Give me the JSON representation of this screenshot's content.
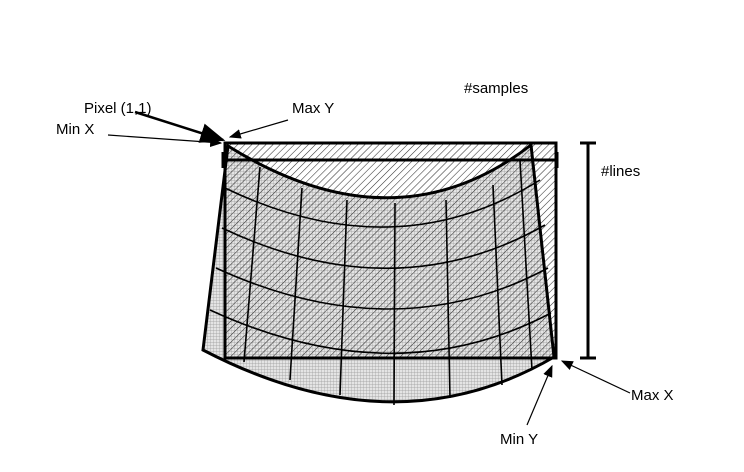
{
  "labels": {
    "pixel": "Pixel (1,1)",
    "max_y": "Max Y",
    "samples": "#samples",
    "min_x": "Min X",
    "lines": "#lines",
    "max_x": "Max X",
    "min_y": "Min Y"
  },
  "colors": {
    "stroke": "#000000",
    "fill": "#d8d8d8"
  }
}
